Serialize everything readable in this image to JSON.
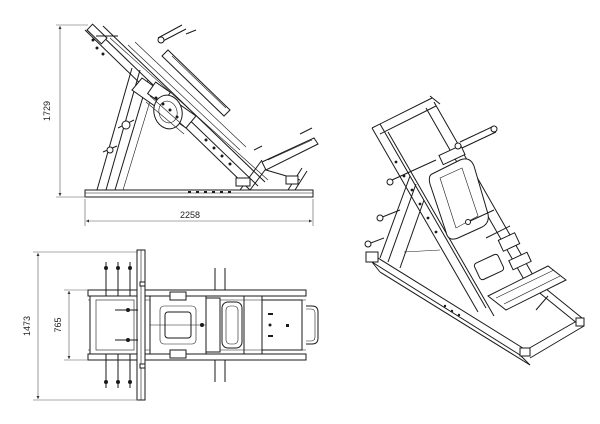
{
  "dimensions": {
    "height": "1729",
    "length": "2258",
    "width": "1473",
    "inner_width": "765"
  }
}
